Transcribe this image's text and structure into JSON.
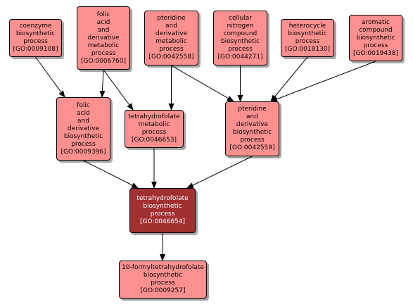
{
  "nodes": {
    "n0009108": {
      "label": "coenzyme\nbiosynthetic\nprocess\n[GO:0009108]",
      "highlighted": false
    },
    "n0006760": {
      "label": "folic\nacid\nand\nderivative\nmetabolic\nprocess\n[GO:0006760]",
      "highlighted": false
    },
    "n0042558": {
      "label": "pteridine\nand\nderivative\nmetabolic\nprocess\n[GO:0042558]",
      "highlighted": false
    },
    "n0044271": {
      "label": "cellular\nnitrogen\ncompound\nbiosynthetic\nprocess\n[GO:0044271]",
      "highlighted": false
    },
    "n0018130": {
      "label": "heterocycle\nbiosynthetic\nprocess\n[GO:0018130]",
      "highlighted": false
    },
    "n0019438": {
      "label": "aromatic\ncompound\nbiosynthetic\nprocess\n[GO:0019438]",
      "highlighted": false
    },
    "n0009396": {
      "label": "folic\nacid\nand\nderivative\nbiosynthetic\nprocess\n[GO:0009396]",
      "highlighted": false
    },
    "n0046653": {
      "label": "tetrahydrofolate\nmetabolic\nprocess\n[GO:0046653]",
      "highlighted": false
    },
    "n0042559": {
      "label": "pteridine\nand\nderivative\nbiosynthetic\nprocess\n[GO:0042559]",
      "highlighted": false
    },
    "n0046654": {
      "label": "tetrahydrofolate\nbiosynthetic\nprocess\n[GO:0046654]",
      "highlighted": true
    },
    "n0009257": {
      "label": "10-formyltetrahydrofolate\nbiosynthetic\nprocess\n[GO:0009257]",
      "highlighted": false
    }
  },
  "edges": [
    {
      "from": "n0009108",
      "to": "n0009396"
    },
    {
      "from": "n0006760",
      "to": "n0009396"
    },
    {
      "from": "n0006760",
      "to": "n0046653"
    },
    {
      "from": "n0042558",
      "to": "n0046653"
    },
    {
      "from": "n0042558",
      "to": "n0042559"
    },
    {
      "from": "n0044271",
      "to": "n0042559"
    },
    {
      "from": "n0018130",
      "to": "n0042559"
    },
    {
      "from": "n0019438",
      "to": "n0042559"
    },
    {
      "from": "n0009396",
      "to": "n0046654"
    },
    {
      "from": "n0046653",
      "to": "n0046654"
    },
    {
      "from": "n0042559",
      "to": "n0046654"
    },
    {
      "from": "n0046654",
      "to": "n0009257"
    }
  ],
  "colors": {
    "node_fill": "#ff9090",
    "node_highlight_fill": "#a33030",
    "node_border": "#000000",
    "edge": "#000000"
  }
}
